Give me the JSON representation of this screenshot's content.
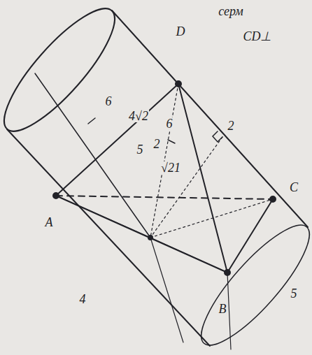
{
  "diagram": {
    "labels": [
      "серм",
      "CD⊥",
      "D",
      "6",
      "4√2",
      "2",
      "6",
      "5",
      "2",
      "√21",
      "A",
      "C",
      "5",
      "4",
      "B"
    ]
  }
}
